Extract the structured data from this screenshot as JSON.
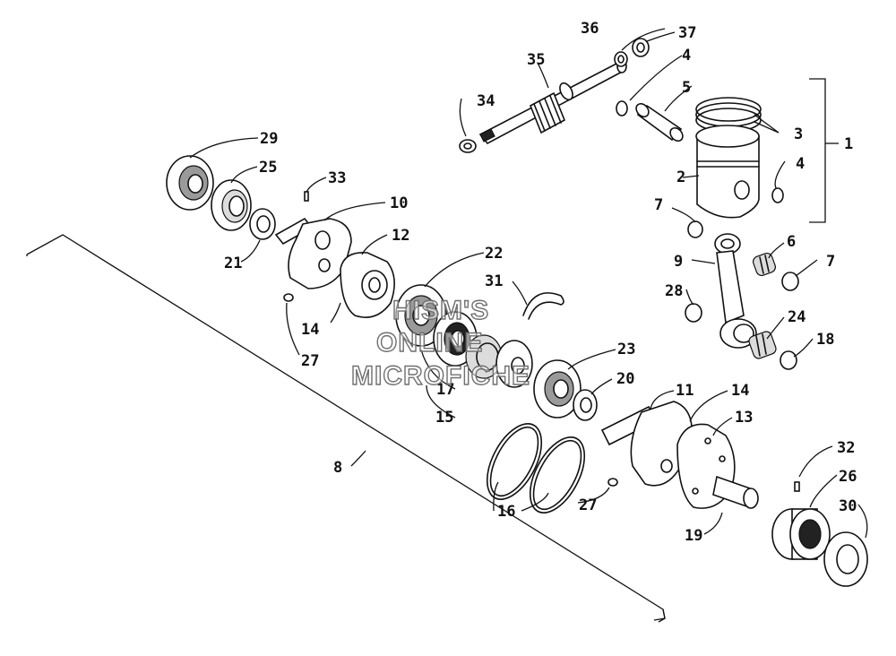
{
  "callouts": {
    "c1": "1",
    "c2": "2",
    "c3": "3",
    "c4a": "4",
    "c4b": "4",
    "c5": "5",
    "c6": "6",
    "c7a": "7",
    "c7b": "7",
    "c8": "8",
    "c9": "9",
    "c10": "10",
    "c11": "11",
    "c12": "12",
    "c13": "13",
    "c14a": "14",
    "c14b": "14",
    "c15": "15",
    "c16": "16",
    "c17": "17",
    "c18": "18",
    "c19": "19",
    "c20": "20",
    "c21": "21",
    "c22": "22",
    "c23": "23",
    "c24": "24",
    "c25": "25",
    "c26": "26",
    "c27a": "27",
    "c27b": "27",
    "c28": "28",
    "c29": "29",
    "c30": "30",
    "c31": "31",
    "c32": "32",
    "c33": "33",
    "c34": "34",
    "c35": "35",
    "c36": "36",
    "c37": "37"
  },
  "watermark": {
    "line1": "HISM'S",
    "line2": "ONLINE",
    "line3": "MICROFICHE"
  }
}
